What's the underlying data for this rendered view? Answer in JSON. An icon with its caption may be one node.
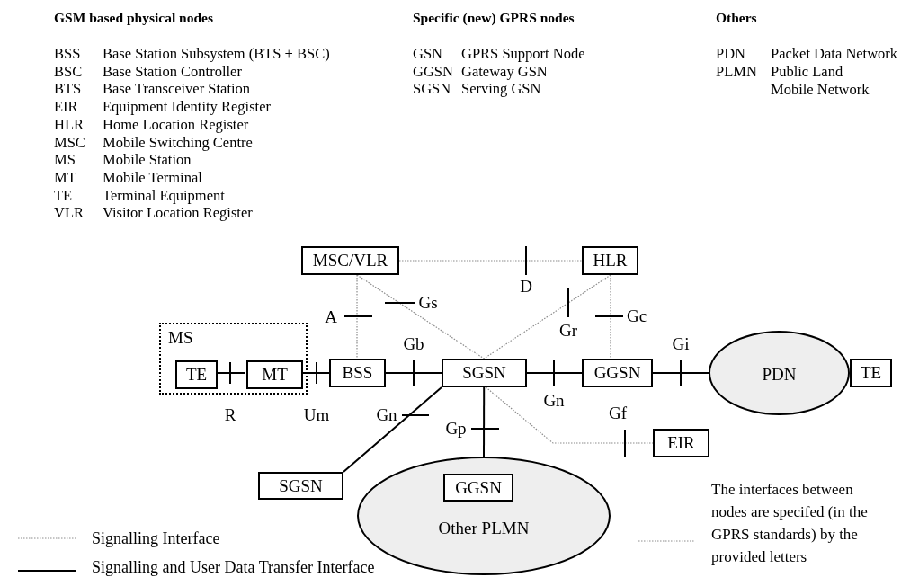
{
  "diagram": {
    "nodes": [
      {
        "text": [
          "MSC/VLR"
        ]
      },
      {
        "text": [
          "HLR"
        ]
      },
      {
        "text": [
          "MS"
        ]
      },
      {
        "text": [
          "TE"
        ],
        "in": 2
      },
      {
        "text": [
          "MT"
        ],
        "in": 2
      },
      {
        "text": [
          "BSS"
        ]
      },
      {
        "text": [
          "SGSN"
        ]
      },
      {
        "text": [
          "GGSN"
        ]
      },
      {
        "text": [
          "PDN"
        ]
      },
      {
        "text": [
          "TE"
        ]
      },
      {
        "text": [
          "EIR"
        ]
      },
      {
        "text": [
          "SGSN"
        ]
      },
      {
        "text": [
          "Other PLMN"
        ]
      },
      {
        "text": [
          "GGSN"
        ],
        "in": 12
      }
    ],
    "edges": [
      {
        "from": 3,
        "to": 4,
        "arrow": "none",
        "label": "R"
      },
      {
        "from": 4,
        "to": 5,
        "arrow": "none",
        "label": "Um"
      },
      {
        "from": 5,
        "to": 6,
        "arrow": "none",
        "label": "Gb"
      },
      {
        "from": 6,
        "to": 7,
        "arrow": "none",
        "label": "Gn"
      },
      {
        "from": 7,
        "to": 8,
        "arrow": "none",
        "label": "Gi"
      },
      {
        "from": 0,
        "to": 1,
        "arrow": "none",
        "label": "D",
        "style": "dashed",
        "color": "#8c8c8c"
      },
      {
        "from": 0,
        "to": 5,
        "arrow": "none",
        "label": "A",
        "style": "dashed",
        "color": "#8c8c8c"
      },
      {
        "from": 0,
        "to": 6,
        "arrow": "none",
        "label": "Gs",
        "style": "dashed",
        "color": "#8c8c8c"
      },
      {
        "from": 1,
        "to": 6,
        "arrow": "none",
        "label": "Gr",
        "style": "dashed",
        "color": "#8c8c8c"
      },
      {
        "from": 1,
        "to": 7,
        "arrow": "none",
        "label": "Gc",
        "style": "dashed",
        "color": "#8c8c8c"
      },
      {
        "from": 6,
        "to": 11,
        "arrow": "none",
        "label": "Gn"
      },
      {
        "from": 6,
        "to": 12,
        "arrow": "none",
        "label": "Gp"
      },
      {
        "from": 6,
        "to": 10,
        "arrow": "none",
        "label": "Gf",
        "style": "dashed",
        "color": "#8c8c8c"
      }
    ],
    "labels": [
      "GSM based physical nodes",
      "BSS",
      "Base Station Subsystem (BTS + BSC)",
      "BSC",
      "Base Station Controller",
      "BTS",
      "Base Transceiver Station",
      "EIR",
      "Equipment Identity Register",
      "HLR",
      "Home Location Register",
      "MSC",
      "Mobile Switching Centre",
      "MS",
      "Mobile Station",
      "MT",
      "Mobile Terminal",
      "TE",
      "Terminal Equipment",
      "VLR",
      "Visitor Location Register",
      "Specific (new) GPRS nodes",
      "GSN",
      "GPRS Support Node",
      "GGSN",
      "Gateway GSN",
      "SGSN",
      "Serving GSN",
      "Others",
      "PDN",
      "Packet Data Network",
      "PLMN",
      "Public Land Mobile Network",
      "The interfaces between nodes are specifed (in the GPRS standards) by the provided letters"
    ],
    "legend": [
      {
        "text": "Signalling Interface"
      },
      {
        "text": "Signalling and User Data Transfer Interface"
      }
    ]
  }
}
